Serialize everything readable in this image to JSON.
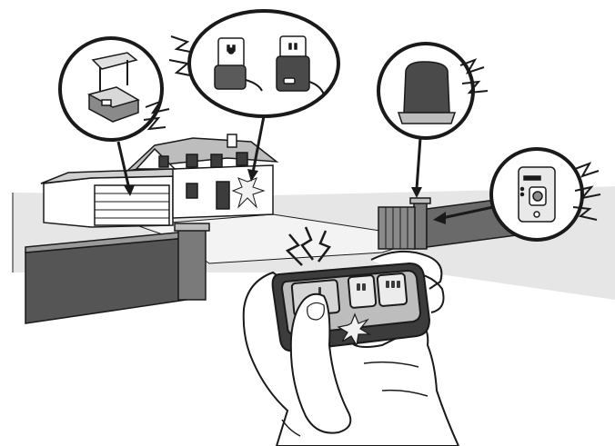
{
  "illustration": {
    "colors": {
      "ink": "#1a1a1a",
      "ground": "#dcdcdc",
      "wall": "#5a5a5a",
      "wall_top": "#9a9a9a",
      "device_dark": "#4a4a4a",
      "device_light": "#e9e9e9",
      "remote_body": "#3c3c3c",
      "remote_face": "#bdbdbd",
      "skin": "#ffffff",
      "flash": "#f2f2f2"
    },
    "callouts": [
      {
        "id": "garage-door-opener",
        "icon": "garage-door-opener-icon"
      },
      {
        "id": "plug-in-modules",
        "icon": "plug-in-light-module-icon"
      },
      {
        "id": "gate-operator",
        "icon": "gate-operator-icon"
      },
      {
        "id": "wall-receiver",
        "icon": "wall-mounted-receiver-icon"
      }
    ],
    "remote": {
      "buttons": 3,
      "icon": "three-button-remote-icon"
    }
  }
}
